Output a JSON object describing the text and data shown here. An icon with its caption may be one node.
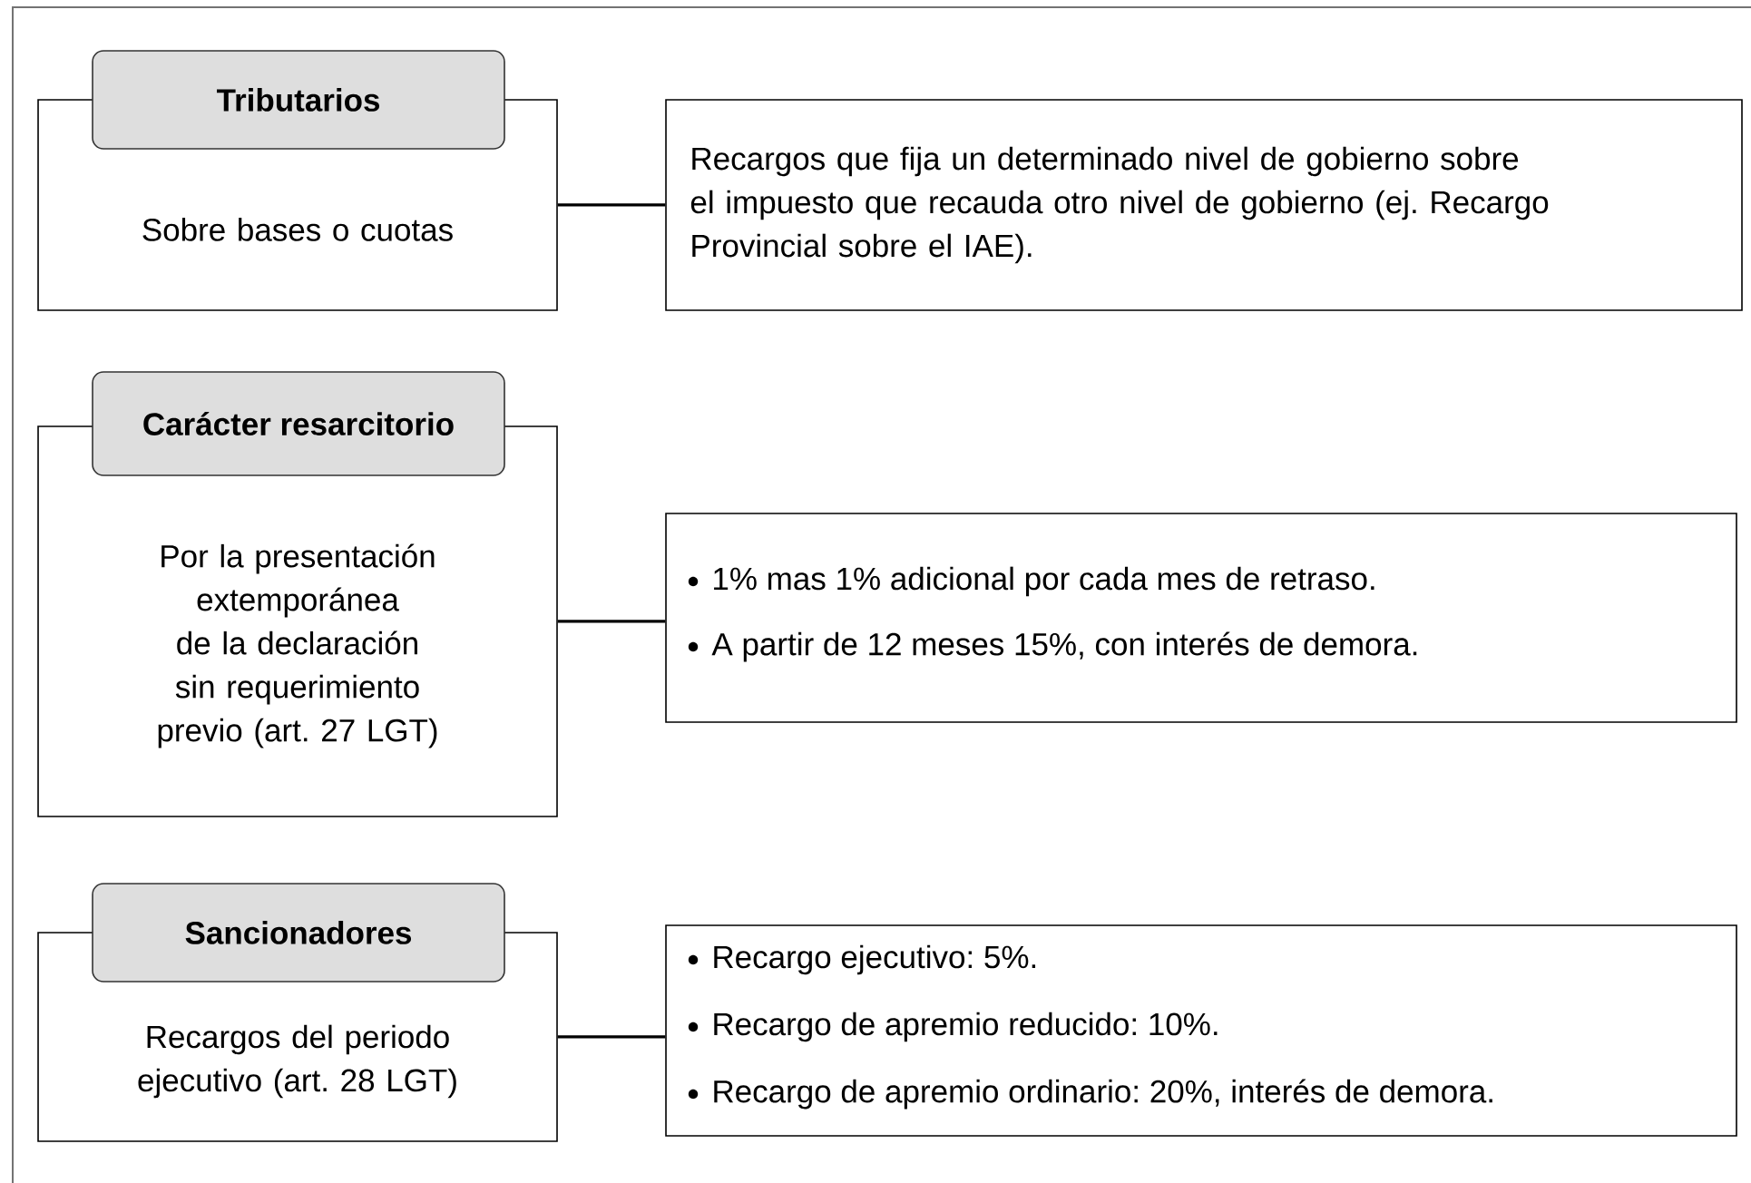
{
  "diagram": {
    "nodes": [
      {
        "text": [
          "Tributarios",
          "Sobre bases o cuotas"
        ]
      },
      {
        "text": [
          "Recargos que fija un determinado nivel de gobierno sobre el impuesto que recauda otro nivel de gobierno (ej. Recargo Provincial sobre el IAE)."
        ]
      },
      {
        "text": [
          "Carácter resarcitorio",
          "Por la presentación extemporánea de la declaración sin requerimiento previo (art. 27 LGT)"
        ]
      },
      {
        "text": [
          "1% mas 1% adicional por cada mes de retraso.",
          "A partir de 12 meses 15%, con interés de demora."
        ]
      },
      {
        "text": [
          "Sancionadores",
          "Recargos del periodo ejecutivo (art. 28 LGT)"
        ]
      },
      {
        "text": [
          "Recargo ejecutivo: 5%.",
          "Recargo de apremio reducido: 10%.",
          "Recargo de apremio ordinario: 20%, interés de demora."
        ]
      }
    ],
    "edges": [
      {
        "from": 0,
        "to": 1,
        "arrow": "none"
      },
      {
        "from": 2,
        "to": 3,
        "arrow": "none"
      },
      {
        "from": 4,
        "to": 5,
        "arrow": "none"
      }
    ]
  }
}
